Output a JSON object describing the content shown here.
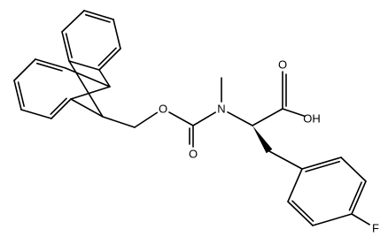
{
  "molecule": {
    "atoms": [
      {
        "id": "a1",
        "label": ""
      },
      {
        "id": "a2",
        "label": ""
      },
      {
        "id": "a3",
        "label": ""
      },
      {
        "id": "a4",
        "label": ""
      },
      {
        "id": "a5",
        "label": ""
      },
      {
        "id": "a6",
        "label": ""
      },
      {
        "id": "a7",
        "label": ""
      },
      {
        "id": "a8",
        "label": ""
      },
      {
        "id": "a9",
        "label": ""
      },
      {
        "id": "a10",
        "label": ""
      },
      {
        "id": "a11",
        "label": ""
      },
      {
        "id": "a12",
        "label": ""
      },
      {
        "id": "a13",
        "label": ""
      },
      {
        "id": "a14",
        "label": ""
      },
      {
        "id": "o1",
        "label": "O"
      },
      {
        "id": "c15",
        "label": ""
      },
      {
        "id": "o2",
        "label": "O"
      },
      {
        "id": "n1",
        "label": "N"
      },
      {
        "id": "me",
        "label": ""
      },
      {
        "id": "ca",
        "label": ""
      },
      {
        "id": "cc",
        "label": ""
      },
      {
        "id": "o3",
        "label": "O"
      },
      {
        "id": "oh",
        "label": "OH"
      },
      {
        "id": "cb",
        "label": ""
      },
      {
        "id": "p1",
        "label": ""
      },
      {
        "id": "p2",
        "label": ""
      },
      {
        "id": "p3",
        "label": ""
      },
      {
        "id": "p4",
        "label": ""
      },
      {
        "id": "p5",
        "label": ""
      },
      {
        "id": "p6",
        "label": ""
      },
      {
        "id": "f1",
        "label": "F"
      }
    ],
    "bonds": [
      {
        "from": "a1",
        "to": "a2",
        "order": 2
      },
      {
        "from": "a2",
        "to": "a3",
        "order": 1
      },
      {
        "from": "a3",
        "to": "a4",
        "order": 2
      },
      {
        "from": "a4",
        "to": "a5",
        "order": 1
      },
      {
        "from": "a5",
        "to": "a6",
        "order": 2
      },
      {
        "from": "a6",
        "to": "a1",
        "order": 1
      },
      {
        "from": "a4",
        "to": "a7",
        "order": 1
      },
      {
        "from": "a7",
        "to": "a8",
        "order": 1
      },
      {
        "from": "a8",
        "to": "a9",
        "order": 1
      },
      {
        "from": "a9",
        "to": "a5",
        "order": 1
      },
      {
        "from": "a8",
        "to": "a10",
        "order": 2
      },
      {
        "from": "a10",
        "to": "a11",
        "order": 1
      },
      {
        "from": "a11",
        "to": "a12",
        "order": 2
      },
      {
        "from": "a12",
        "to": "a13",
        "order": 1
      },
      {
        "from": "a13",
        "to": "a14",
        "order": 2
      },
      {
        "from": "a14",
        "to": "a7",
        "order": 1
      },
      {
        "from": "a9",
        "to": "c14",
        "order": 1
      },
      {
        "from": "c14",
        "to": "o1",
        "order": 1
      },
      {
        "from": "o1",
        "to": "c15",
        "order": 1
      },
      {
        "from": "c15",
        "to": "o2",
        "order": 2
      },
      {
        "from": "c15",
        "to": "n1",
        "order": 1
      },
      {
        "from": "n1",
        "to": "me",
        "order": 1
      },
      {
        "from": "n1",
        "to": "ca",
        "order": 1
      },
      {
        "from": "ca",
        "to": "cc",
        "order": 1
      },
      {
        "from": "cc",
        "to": "o3",
        "order": 2
      },
      {
        "from": "cc",
        "to": "oh",
        "order": 1
      },
      {
        "from": "ca",
        "to": "cb",
        "order": 1,
        "stereo": "wedge"
      },
      {
        "from": "cb",
        "to": "p1",
        "order": 1
      },
      {
        "from": "p1",
        "to": "p2",
        "order": 2
      },
      {
        "from": "p2",
        "to": "p3",
        "order": 1
      },
      {
        "from": "p3",
        "to": "p4",
        "order": 2
      },
      {
        "from": "p4",
        "to": "p5",
        "order": 1
      },
      {
        "from": "p5",
        "to": "p6",
        "order": 2
      },
      {
        "from": "p6",
        "to": "p1",
        "order": 1
      },
      {
        "from": "p4",
        "to": "f1",
        "order": 1
      }
    ]
  }
}
